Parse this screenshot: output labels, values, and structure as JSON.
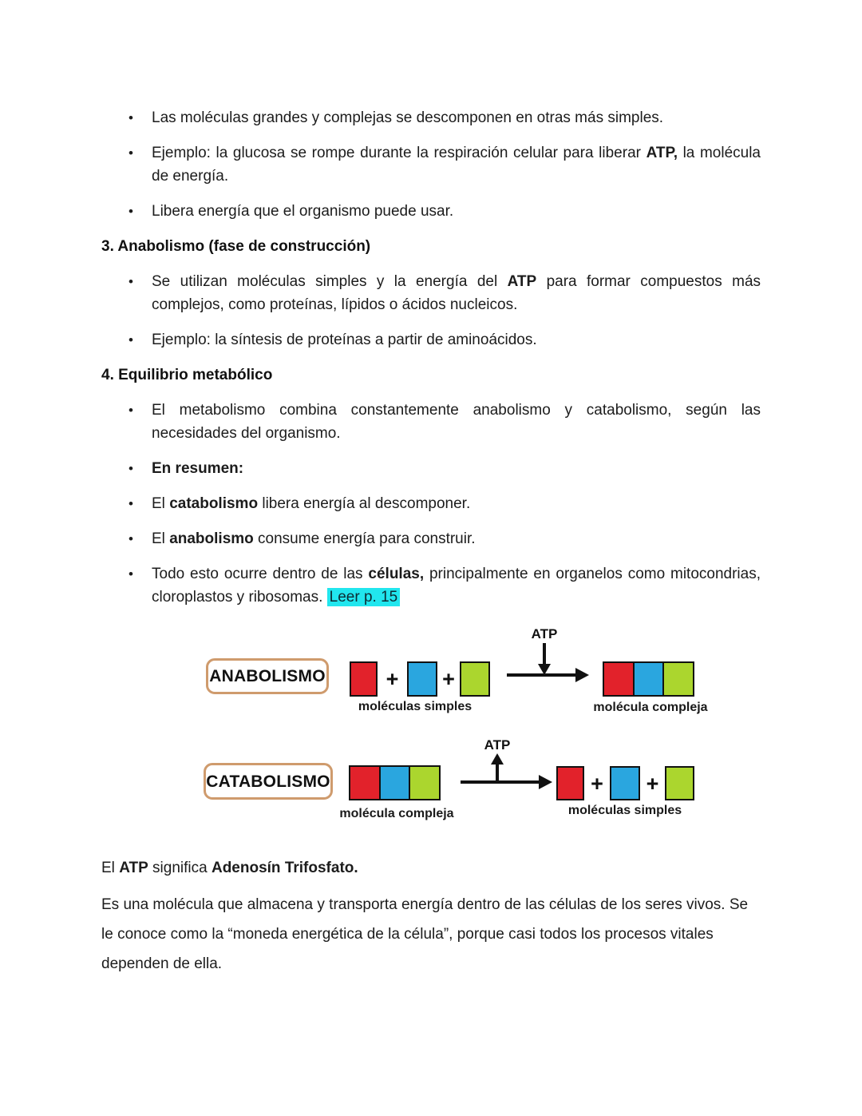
{
  "bullet_char": "•",
  "colors": {
    "molecule_red": "#e2222b",
    "molecule_blue": "#2aa6df",
    "molecule_green": "#abd62e",
    "label_box_border": "#cf9b6d",
    "highlight_cyan": "#21e6ee",
    "text": "#1c1c1c"
  },
  "blocks": [
    {
      "type": "bullet",
      "runs": [
        {
          "t": "Las moléculas grandes y complejas se descomponen en otras más simples."
        }
      ]
    },
    {
      "type": "bullet",
      "runs": [
        {
          "t": "Ejemplo: la glucosa se rompe durante la respiración celular para liberar "
        },
        {
          "t": "ATP,",
          "bold": true
        },
        {
          "t": " la molécula de energía."
        }
      ]
    },
    {
      "type": "bullet",
      "runs": [
        {
          "t": "Libera energía que el organismo puede usar."
        }
      ]
    },
    {
      "type": "heading",
      "text": "3. Anabolismo (fase de construcción)"
    },
    {
      "type": "bullet",
      "runs": [
        {
          "t": "Se utilizan moléculas simples y la energía del "
        },
        {
          "t": "ATP",
          "bold": true
        },
        {
          "t": " para formar compuestos más complejos, como proteínas, lípidos o ácidos nucleicos."
        }
      ]
    },
    {
      "type": "bullet",
      "runs": [
        {
          "t": "Ejemplo: la síntesis de proteínas a partir de aminoácidos."
        }
      ]
    },
    {
      "type": "heading",
      "text": "4. Equilibrio metabólico"
    },
    {
      "type": "bullet",
      "runs": [
        {
          "t": "El metabolismo combina constantemente anabolismo y catabolismo, según las necesidades del organismo."
        }
      ]
    },
    {
      "type": "bullet",
      "runs": [
        {
          "t": "En resumen:",
          "bold": true
        }
      ]
    },
    {
      "type": "bullet",
      "runs": [
        {
          "t": "El "
        },
        {
          "t": "catabolismo",
          "bold": true
        },
        {
          "t": " libera energía al descomponer."
        }
      ]
    },
    {
      "type": "bullet",
      "runs": [
        {
          "t": "El "
        },
        {
          "t": "anabolismo",
          "bold": true
        },
        {
          "t": " consume energía para construir."
        }
      ]
    },
    {
      "type": "bullet",
      "runs": [
        {
          "t": "Todo esto ocurre dentro de las "
        },
        {
          "t": "células,",
          "bold": true
        },
        {
          "t": " principalmente en organelos como mitocondrias, cloroplastos y ribosomas. "
        },
        {
          "t": "Leer p. 15",
          "highlight": true
        }
      ]
    }
  ],
  "diagram": {
    "plus": "+",
    "rows": [
      {
        "label": "ANABOLISMO",
        "atp": "ATP",
        "left_caption": "moléculas simples",
        "right_caption": "molécula compleja",
        "atp_direction": "down"
      },
      {
        "label": "CATABOLISMO",
        "atp": "ATP",
        "left_caption": "molécula compleja",
        "right_caption": "moléculas simples",
        "atp_direction": "up"
      }
    ]
  },
  "footer": {
    "p1_runs": [
      {
        "t": "El "
      },
      {
        "t": "ATP",
        "bold": true
      },
      {
        "t": " significa "
      },
      {
        "t": "Adenosín Trifosfato.",
        "bold": true
      }
    ],
    "p2": "Es una molécula que almacena y transporta energía dentro de las células de los seres vivos. Se le conoce como la “moneda energética de la célula”, porque casi todos los procesos vitales dependen de ella."
  }
}
